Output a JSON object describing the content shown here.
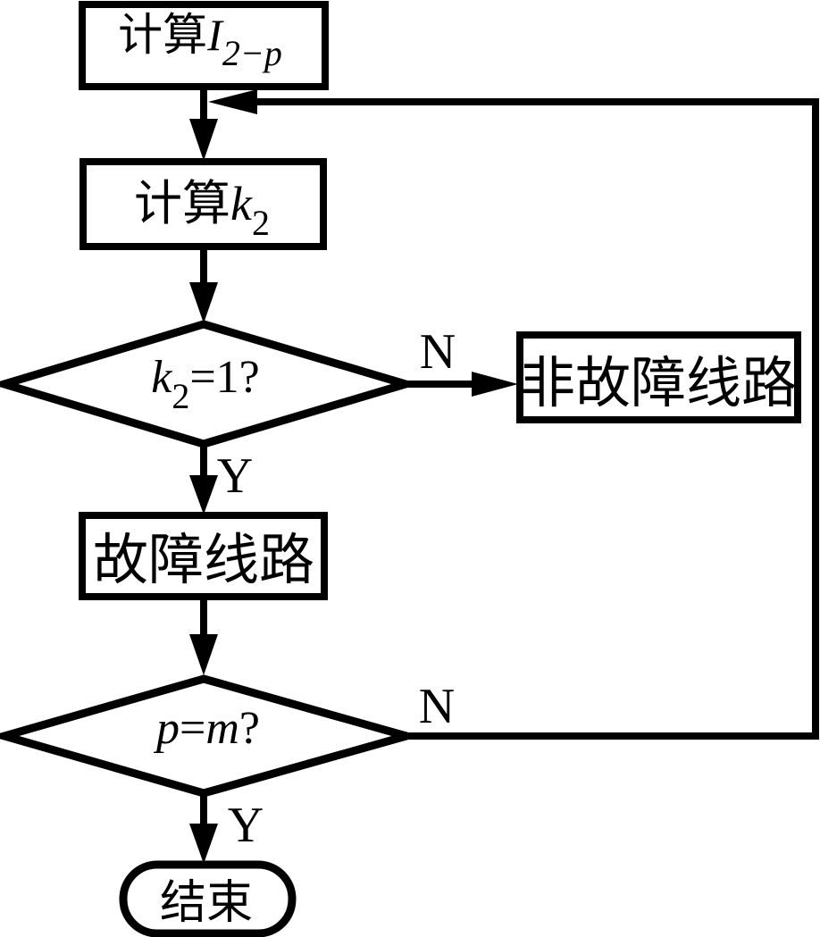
{
  "diagram": {
    "background": "#ffffff",
    "stroke_color": "#000000",
    "text_color": "#000000",
    "nodes": {
      "calc_i": {
        "prefix": "计算",
        "var": "I",
        "sub": "2−p"
      },
      "calc_k": {
        "prefix": "计算",
        "var": "k",
        "sub": "2"
      },
      "decision_k": {
        "var": "k",
        "sub": "2",
        "rest": "=1?"
      },
      "nonfault": {
        "label": "非故障线路"
      },
      "fault": {
        "label": "故障线路"
      },
      "decision_p": {
        "var1": "p",
        "eq": "=",
        "var2": "m",
        "q": "?"
      },
      "end": {
        "label": "结束"
      }
    },
    "edge_labels": {
      "decision_k_no": "N",
      "decision_k_yes": "Y",
      "decision_p_no": "N",
      "decision_p_yes": "Y"
    }
  }
}
